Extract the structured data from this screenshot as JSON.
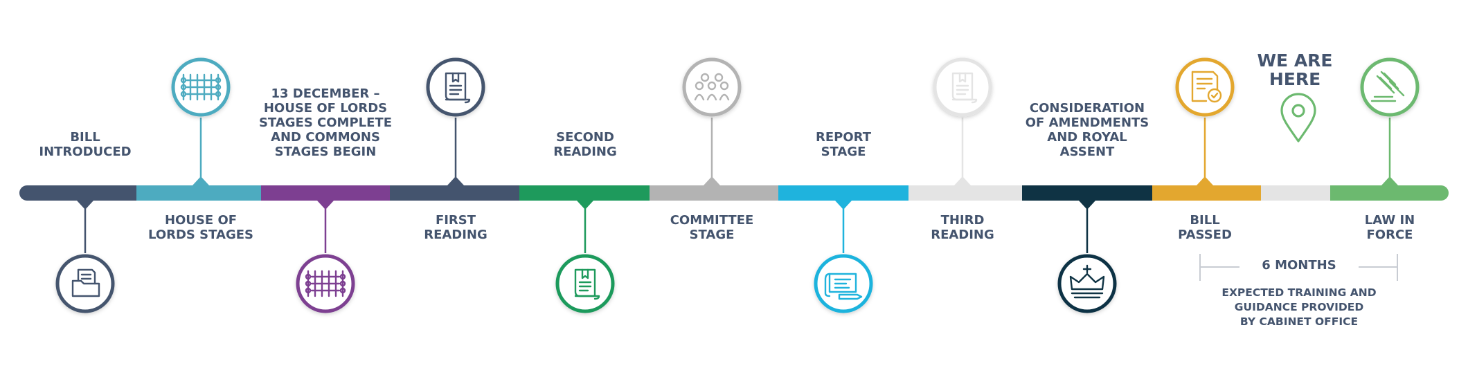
{
  "colors": {
    "navy": "#44546e",
    "teal": "#4dabc0",
    "purple": "#7d3f91",
    "green": "#1e9a5c",
    "grey": "#b3b3b3",
    "cyan": "#1fb3dd",
    "lightgrey": "#e4e4e4",
    "darkteal": "#0f3344",
    "gold": "#e3a72f",
    "lightgreen": "#6cb96f",
    "text": "#44546e"
  },
  "stages": [
    {
      "id": "bill-introduced",
      "label_lines": [
        "BILL",
        "INTRODUCED"
      ],
      "label_position": "above",
      "icon": "folder-document-icon",
      "icon_position": "below",
      "color": "navy"
    },
    {
      "id": "house-of-lords-stages",
      "label_lines": [
        "HOUSE OF",
        "LORDS STAGES"
      ],
      "label_position": "below",
      "icon": "portcullis-icon",
      "icon_position": "above",
      "color": "teal"
    },
    {
      "id": "lords-complete",
      "label_lines": [
        "13 DECEMBER –",
        "HOUSE OF LORDS",
        "STAGES COMPLETE",
        "AND COMMONS",
        "STAGES BEGIN"
      ],
      "label_position": "above",
      "icon": "portcullis-icon",
      "icon_position": "below",
      "color": "purple"
    },
    {
      "id": "first-reading",
      "label_lines": [
        "FIRST",
        "READING"
      ],
      "label_position": "below",
      "icon": "scroll-document-icon",
      "icon_position": "above",
      "color": "navy"
    },
    {
      "id": "second-reading",
      "label_lines": [
        "SECOND",
        "READING"
      ],
      "label_position": "above",
      "icon": "scroll-document-icon",
      "icon_position": "below",
      "color": "green"
    },
    {
      "id": "committee-stage",
      "label_lines": [
        "COMMITTEE",
        "STAGE"
      ],
      "label_position": "below",
      "icon": "committee-group-icon",
      "icon_position": "above",
      "color": "grey"
    },
    {
      "id": "report-stage",
      "label_lines": [
        "REPORT",
        "STAGE"
      ],
      "label_position": "above",
      "icon": "blueprint-pencil-icon",
      "icon_position": "below",
      "color": "cyan"
    },
    {
      "id": "third-reading",
      "label_lines": [
        "THIRD",
        "READING"
      ],
      "label_position": "below",
      "icon": "scroll-document-icon",
      "icon_position": "above",
      "color": "lightgrey"
    },
    {
      "id": "royal-assent",
      "label_lines": [
        "CONSIDERATION",
        "OF AMENDMENTS",
        "AND ROYAL",
        "ASSENT"
      ],
      "label_position": "above",
      "icon": "crown-icon",
      "icon_position": "below",
      "color": "darkteal"
    },
    {
      "id": "bill-passed",
      "label_lines": [
        "BILL",
        "PASSED"
      ],
      "label_position": "below",
      "icon": "certificate-icon",
      "icon_position": "above",
      "color": "gold"
    },
    {
      "id": "law-in-force",
      "label_lines": [
        "LAW IN",
        "FORCE"
      ],
      "label_position": "below",
      "icon": "gavel-icon",
      "icon_position": "above",
      "color": "lightgreen"
    }
  ],
  "we_are_here": {
    "lines": [
      "WE ARE",
      "HERE"
    ],
    "icon": "map-pin-icon"
  },
  "duration": {
    "label": "6 MONTHS",
    "note_lines": [
      "EXPECTED TRAINING AND",
      "GUIDANCE PROVIDED",
      "BY CABINET OFFICE"
    ]
  }
}
